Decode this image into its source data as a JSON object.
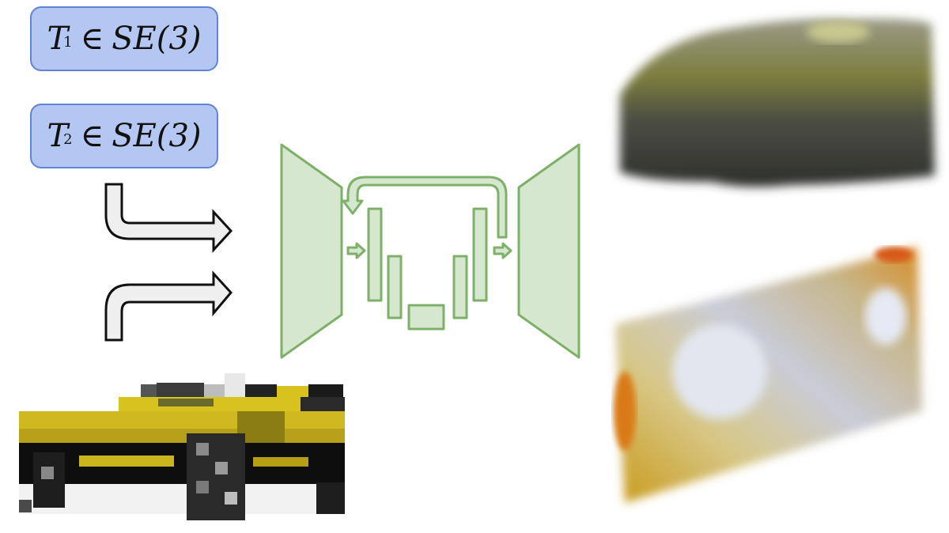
{
  "poses": [
    {
      "symbol": "T",
      "subscript": "1",
      "relation": "∈",
      "group": "SE(3)"
    },
    {
      "symbol": "T",
      "subscript": "2",
      "relation": "∈",
      "group": "SE(3)"
    }
  ],
  "colors": {
    "pose_box_fill": "#b4c6f2",
    "pose_box_border": "#5f84d8",
    "network_fill": "#d5e8cf",
    "network_stroke": "#7fb069",
    "arrow_fill": "#efefef",
    "arrow_stroke": "#111111",
    "car_yellow": "#d8c21e"
  },
  "icons": {
    "pose_flow_arrows": "curved-arrow-icon",
    "network": "encoder-unet-decoder-icon"
  }
}
